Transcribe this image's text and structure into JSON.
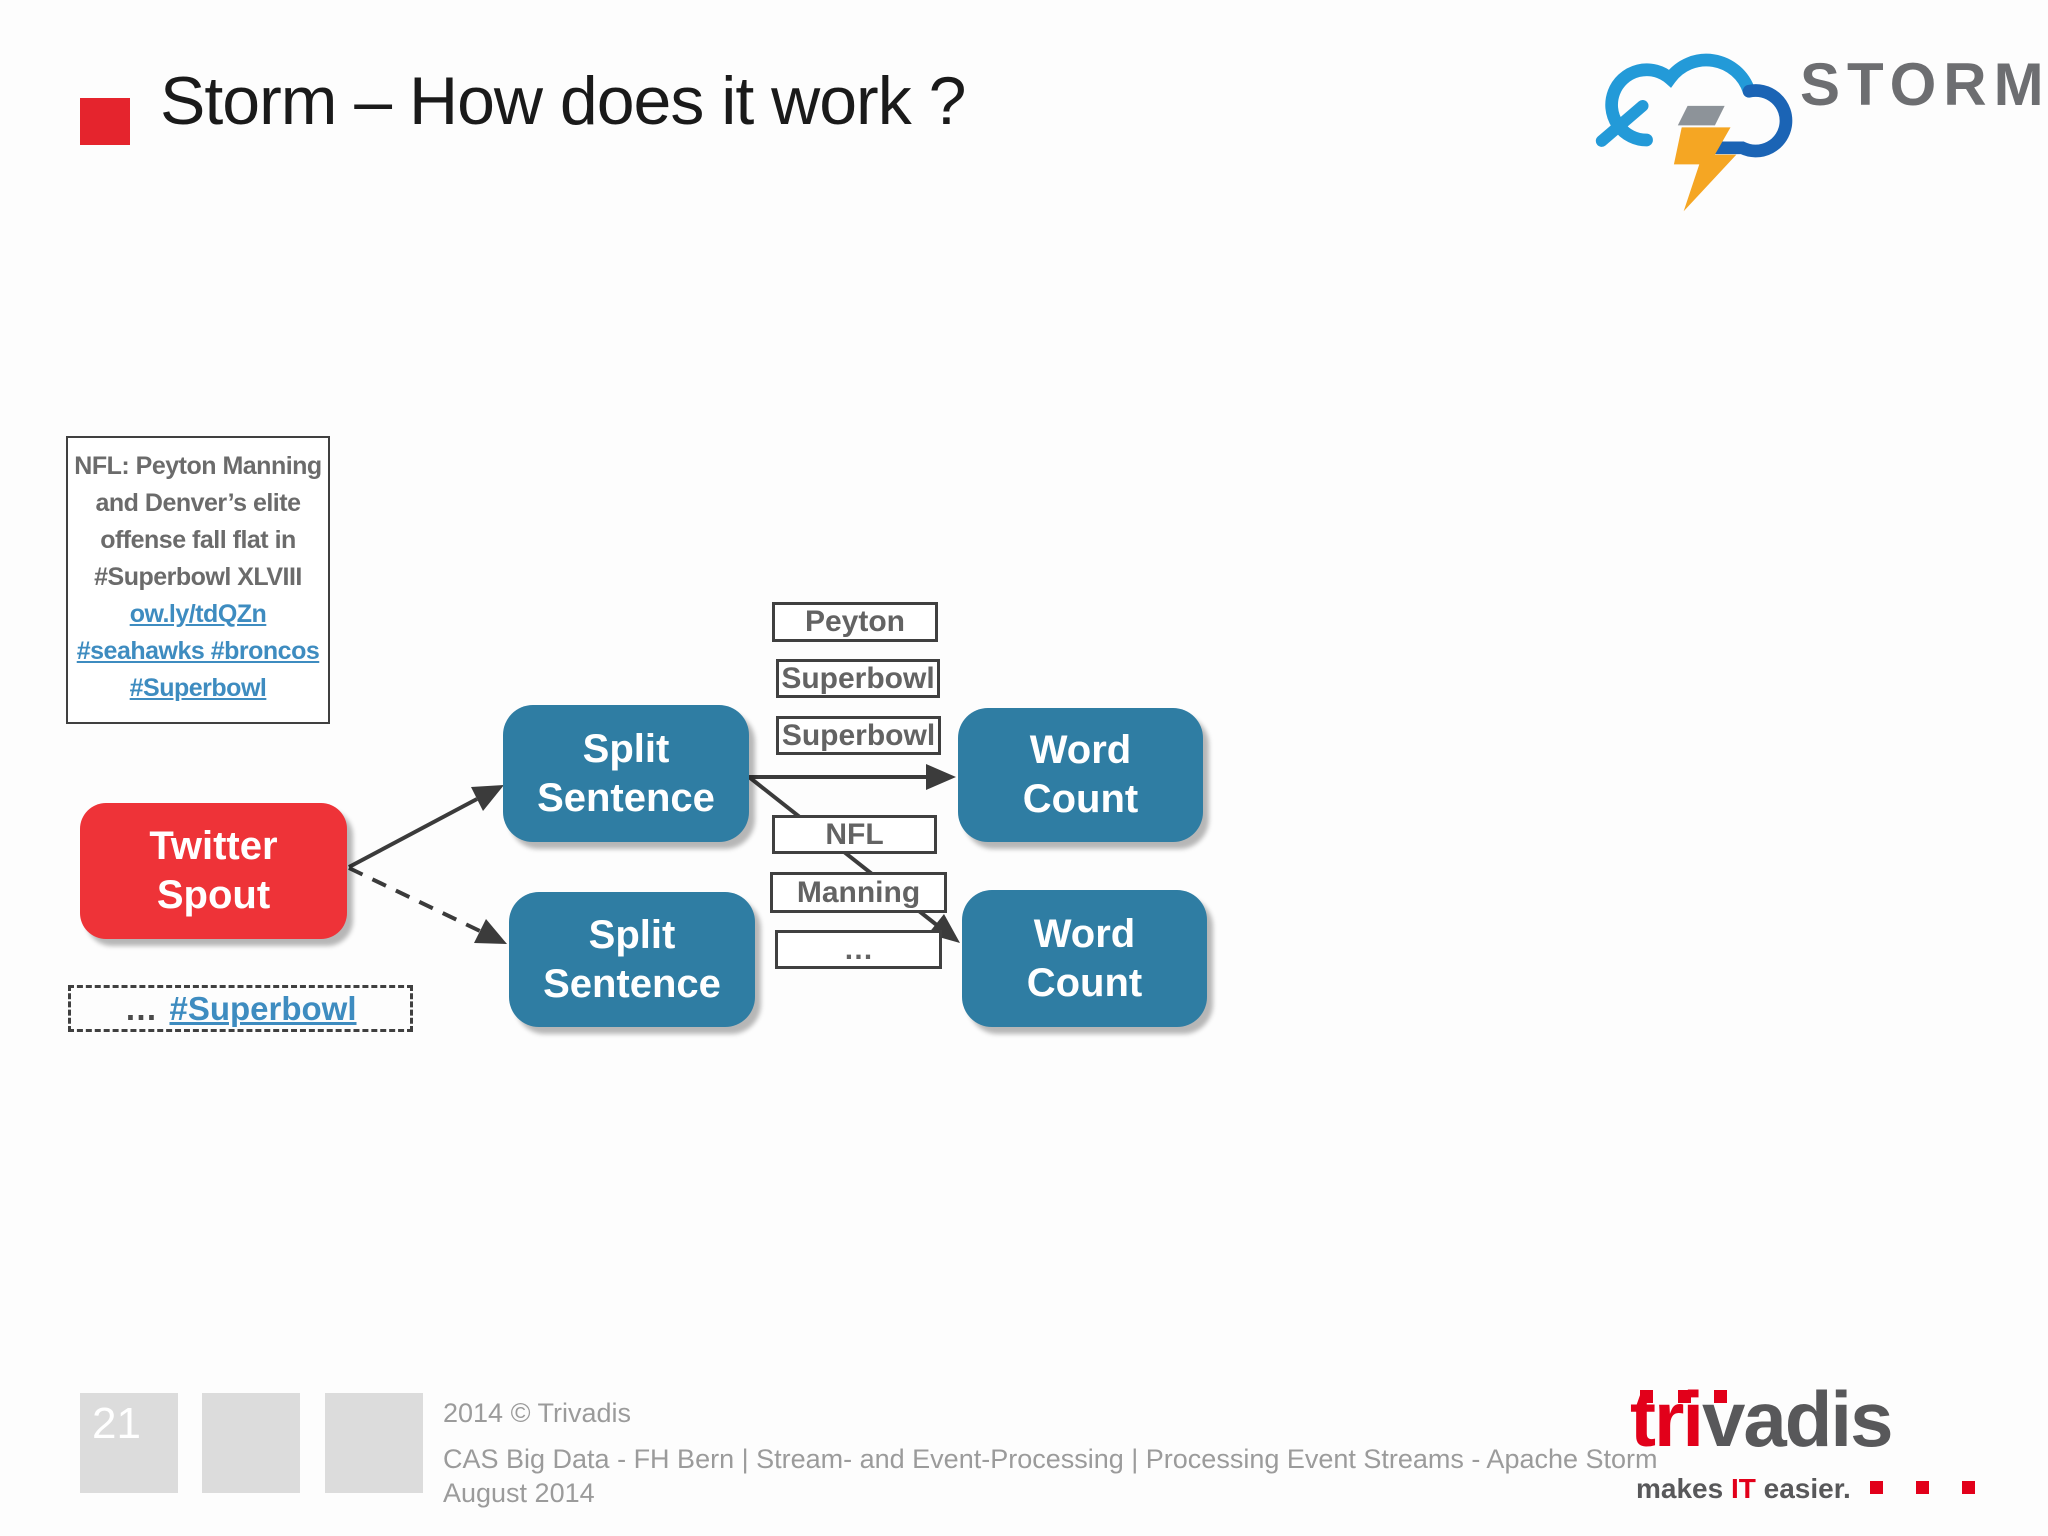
{
  "colors": {
    "accent-red": "#e5242d",
    "spout-red": "#ee3338",
    "node-teal": "#2f7da3",
    "link-blue": "#3e8cc0",
    "text-gray": "#6b6b6b",
    "border-dark": "#404040",
    "footer-gray": "#9b9b9b",
    "block-gray": "#dcdcdc",
    "storm-gray": "#6d6e71",
    "storm-blue": "#239ad8",
    "storm-blue-dark": "#1b64b5",
    "bolt-orange": "#f5a623",
    "trivadis-red": "#e2001a",
    "trivadis-gray": "#58585a",
    "title-black": "#1a1a1a"
  },
  "header": {
    "title": "Storm – How does it work ?"
  },
  "storm_logo": {
    "label": "STORM"
  },
  "tweet": {
    "line1": "NFL: Peyton Manning",
    "line2": "and Denver’s elite",
    "line3": "offense fall flat in",
    "line4": "#Superbowl XLVIII",
    "link1": "ow.ly/tdQZn",
    "link2": "#seahawks #broncos",
    "link3": "#Superbowl"
  },
  "sample_tuple": {
    "prefix": "…",
    "hashtag": "#Superbowl"
  },
  "nodes": {
    "spout": {
      "line1": "Twitter",
      "line2": "Spout"
    },
    "split1": {
      "line1": "Split",
      "line2": "Sentence"
    },
    "split2": {
      "line1": "Split",
      "line2": "Sentence"
    },
    "count1": {
      "line1": "Word",
      "line2": "Count"
    },
    "count2": {
      "line1": "Word",
      "line2": "Count"
    }
  },
  "words": [
    "Peyton",
    "Superbowl",
    "Superbowl",
    "NFL",
    "Manning",
    "…"
  ],
  "footer": {
    "page_number": "21",
    "copyright": "2014 © Trivadis",
    "course_line": "CAS Big Data - FH Bern | Stream- and Event-Processing | Processing Event Streams - Apache Storm",
    "date_line": "August 2014"
  },
  "trivadis_logo": {
    "part_red": "tri",
    "part_gray": "vadis",
    "tagline_makes": "makes ",
    "tagline_it": "IT",
    "tagline_easier": " easier."
  }
}
